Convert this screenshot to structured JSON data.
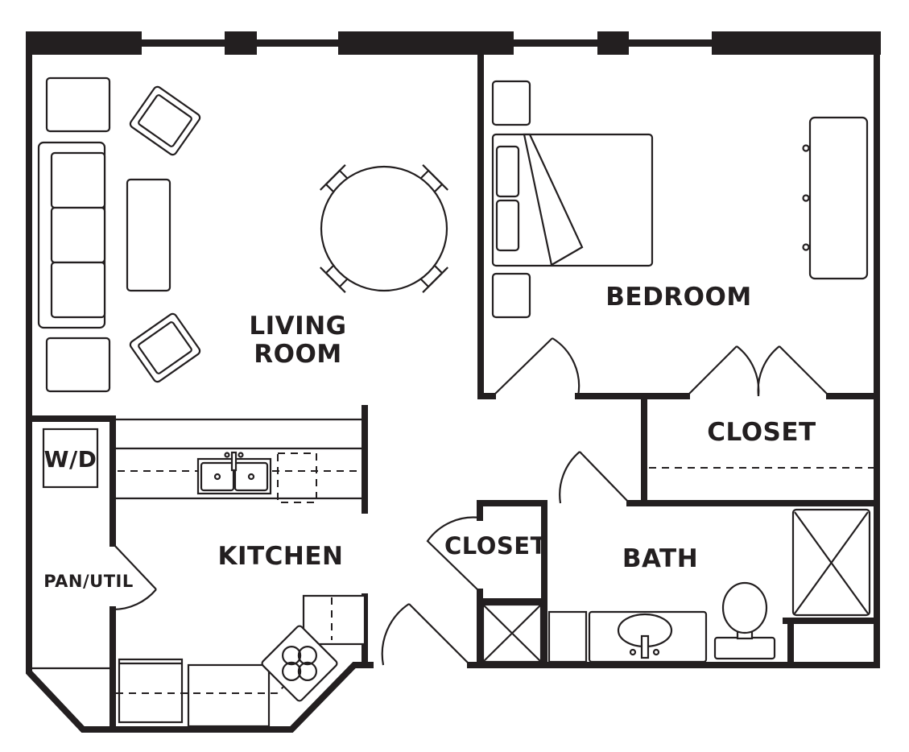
{
  "plan": {
    "rooms": [
      {
        "id": "living",
        "label_line1": "LIVING",
        "label_line2": "ROOM"
      },
      {
        "id": "bedroom",
        "label": "BEDROOM"
      },
      {
        "id": "closet-bedroom",
        "label": "CLOSET"
      },
      {
        "id": "kitchen",
        "label": "KITCHEN"
      },
      {
        "id": "closet-hall",
        "label": "CLOSET"
      },
      {
        "id": "bath",
        "label": "BATH"
      },
      {
        "id": "washer-dryer",
        "label": "W/D"
      },
      {
        "id": "pantry-utility",
        "label": "PAN/UTIL"
      }
    ],
    "fixtures": [
      "sofa",
      "coffee-table",
      "armchair",
      "armchair",
      "end-table",
      "end-table",
      "round-dining-table",
      "dining-chair",
      "dining-chair",
      "dining-chair",
      "dining-chair",
      "bed",
      "pillow",
      "pillow",
      "nightstand",
      "nightstand",
      "dresser",
      "double-sink",
      "dishwasher",
      "range",
      "refrigerator",
      "bathroom-sink",
      "toilet",
      "shower",
      "linen-closet"
    ],
    "colors": {
      "wall": "#231f20",
      "background": "#ffffff"
    }
  }
}
